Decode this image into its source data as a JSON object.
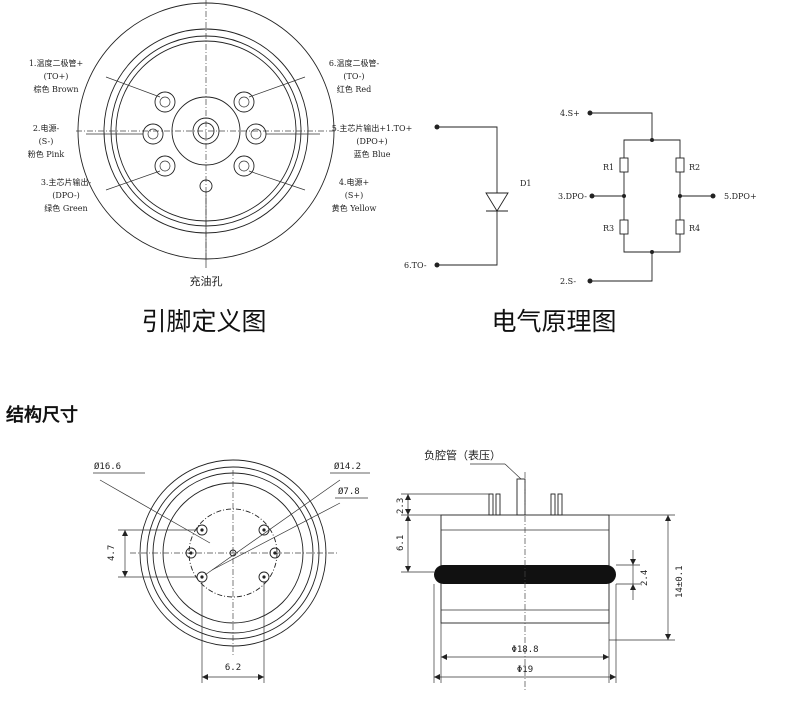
{
  "pin_definition": {
    "caption": "引脚定义图",
    "oil_hole_label": "充油孔",
    "pins": [
      {
        "line1": "1.温度二极管+",
        "line2": "(TO+)",
        "line3": "棕色 Brown"
      },
      {
        "line1": "2.电源-",
        "line2": "(S-)",
        "line3": "粉色 Pink"
      },
      {
        "line1": "3.主芯片输出-",
        "line2": "(DPO-)",
        "line3": "绿色 Green"
      },
      {
        "line1": "6.温度二极管-",
        "line2": "(TO-)",
        "line3": "红色 Red"
      },
      {
        "line1": "5.主芯片输出+1.TO+",
        "line2": "(DPO+)",
        "line3": "蓝色 Blue"
      },
      {
        "line1": "4.电源+",
        "line2": "(S+)",
        "line3": "黄色 Yellow"
      }
    ]
  },
  "schematic": {
    "caption": "电气原理图",
    "diode_label": "D1",
    "diode_top": "",
    "to_minus": "6.TO-",
    "s_plus": "4.S+",
    "s_minus": "2.S-",
    "dpo_minus": "3.DPO-",
    "dpo_plus": "5.DPO+",
    "r1": "R1",
    "r2": "R2",
    "r3": "R3",
    "r4": "R4"
  },
  "structure": {
    "title": "结构尺寸",
    "d_outer": "Ø16.6",
    "d_mid": "Ø14.2",
    "d_pin": "Ø7.8",
    "dim_47": "4.7",
    "dim_62": "6.2",
    "side_label": "负腔管（表压）",
    "dim_23": "2.3",
    "dim_61": "6.1",
    "dim_24": "2.4",
    "dim_14": "14±0.1",
    "dim_188": "Φ18.8",
    "dim_19": "Φ19"
  }
}
